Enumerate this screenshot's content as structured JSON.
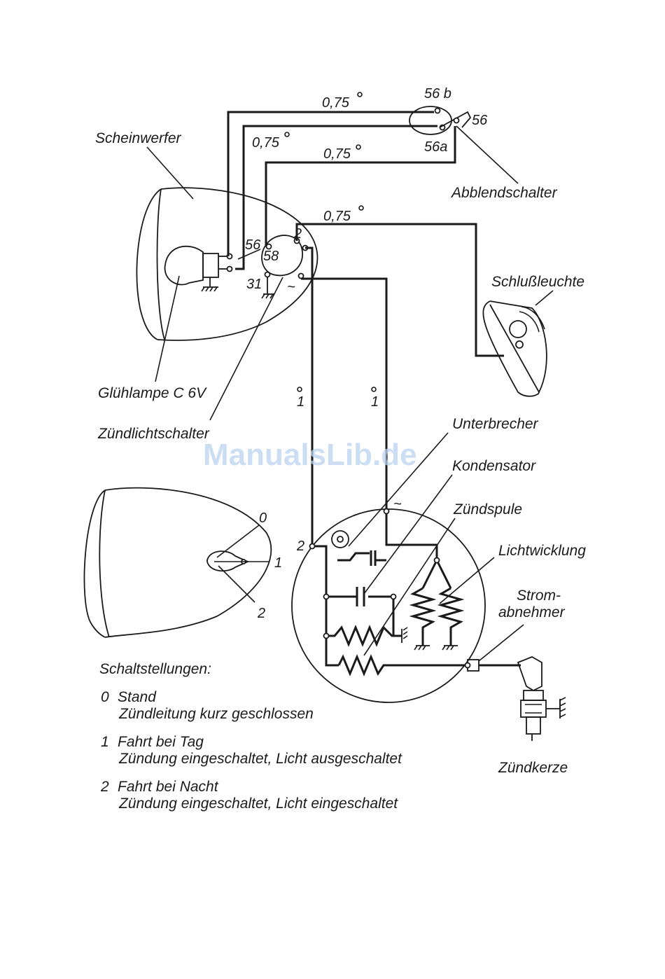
{
  "watermark": "ManualsLib.de",
  "components": {
    "headlight": "Scheinwerfer",
    "bulb": "Glühlampe C 6V",
    "ignition_light_switch": "Zündlichtschalter",
    "dip_switch": "Abblendschalter",
    "tail_light": "Schlußleuchte",
    "breaker": "Unterbrecher",
    "capacitor": "Kondensator",
    "ignition_coil": "Zündspule",
    "lighting_coil": "Lichtwicklung",
    "pickup_line1": "Strom-",
    "pickup_line2": "abnehmer",
    "spark_plug": "Zündkerze"
  },
  "wires": {
    "w1": "0,75",
    "w2": "0,75",
    "w3": "0,75",
    "w4": "0,75",
    "w5": "1",
    "w6": "1"
  },
  "terminals": {
    "t56b": "56 b",
    "t56": "56",
    "t56a": "56a",
    "t56_sw": "56",
    "t58": "58",
    "t2_sw": "2",
    "t31": "31",
    "tac_sw": "~",
    "t2_gen": "2",
    "tac_gen": "~"
  },
  "switch_positions": {
    "p0": "0",
    "p1": "1",
    "p2": "2"
  },
  "legend": {
    "title": "Schaltstellungen:",
    "items": [
      {
        "num": "0",
        "line1": "Stand",
        "line2": "Zündleitung kurz geschlossen"
      },
      {
        "num": "1",
        "line1": "Fahrt bei Tag",
        "line2": "Zündung eingeschaltet, Licht ausgeschaltet"
      },
      {
        "num": "2",
        "line1": "Fahrt bei Nacht",
        "line2": "Zündung eingeschaltet, Licht eingeschaltet"
      }
    ]
  }
}
